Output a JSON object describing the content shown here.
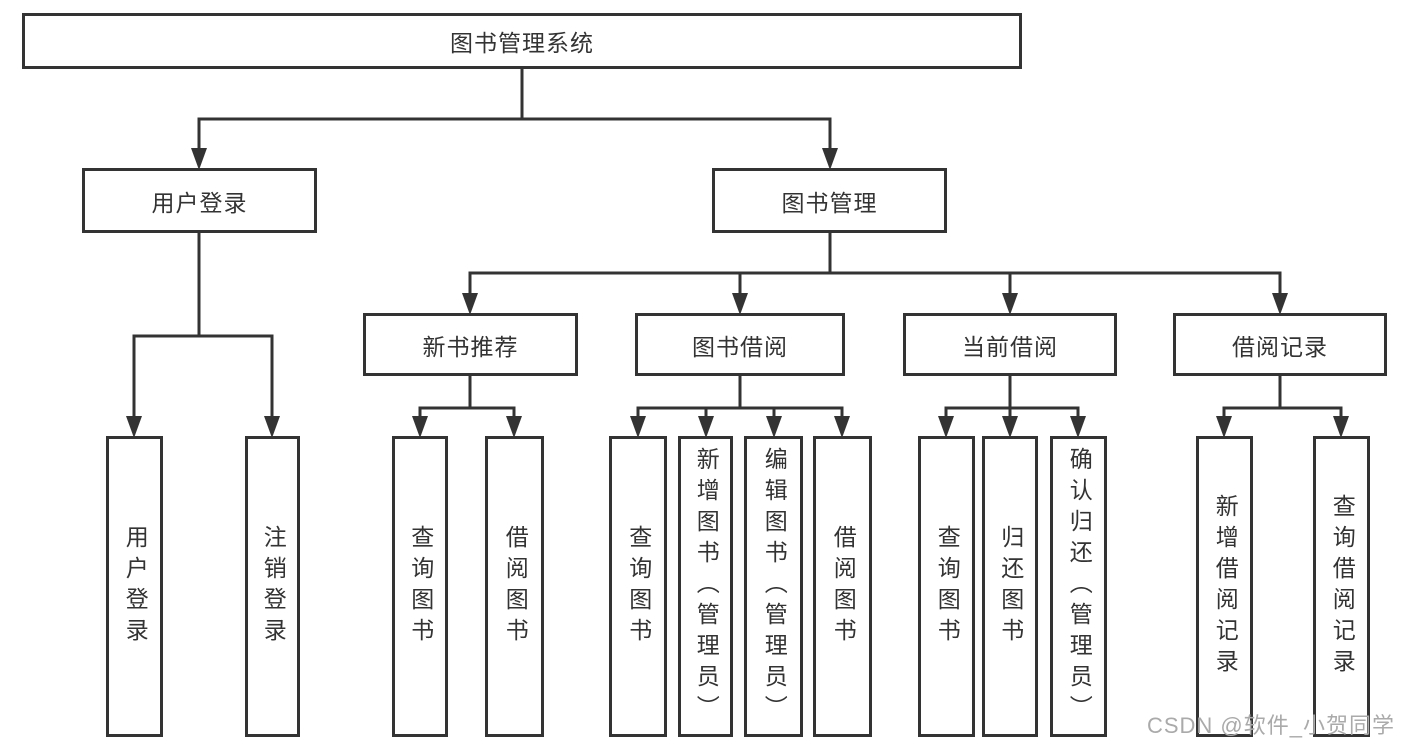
{
  "tree": {
    "root": {
      "label": "图书管理系统",
      "children": [
        {
          "label": "用户登录",
          "children": [
            {
              "label": "用户登录"
            },
            {
              "label": "注销登录"
            }
          ]
        },
        {
          "label": "图书管理",
          "children": [
            {
              "label": "新书推荐",
              "children": [
                {
                  "label": "查询图书"
                },
                {
                  "label": "借阅图书"
                }
              ]
            },
            {
              "label": "图书借阅",
              "children": [
                {
                  "label": "查询图书"
                },
                {
                  "label": "新增图书（管理员）"
                },
                {
                  "label": "编辑图书（管理员）"
                },
                {
                  "label": "借阅图书"
                }
              ]
            },
            {
              "label": "当前借阅",
              "children": [
                {
                  "label": "查询图书"
                },
                {
                  "label": "归还图书"
                },
                {
                  "label": "确认归还（管理员）"
                }
              ]
            },
            {
              "label": "借阅记录",
              "children": [
                {
                  "label": "新增借阅记录"
                },
                {
                  "label": "查询借阅记录"
                }
              ]
            }
          ]
        }
      ]
    }
  },
  "watermark": {
    "text": "CSDN @软件_小贺同学"
  },
  "colors": {
    "line": "#333333",
    "box_border": "#333333",
    "box_fill": "#ffffff",
    "text": "#333333",
    "watermark": "#aaaaaa",
    "background": "#ffffff"
  }
}
